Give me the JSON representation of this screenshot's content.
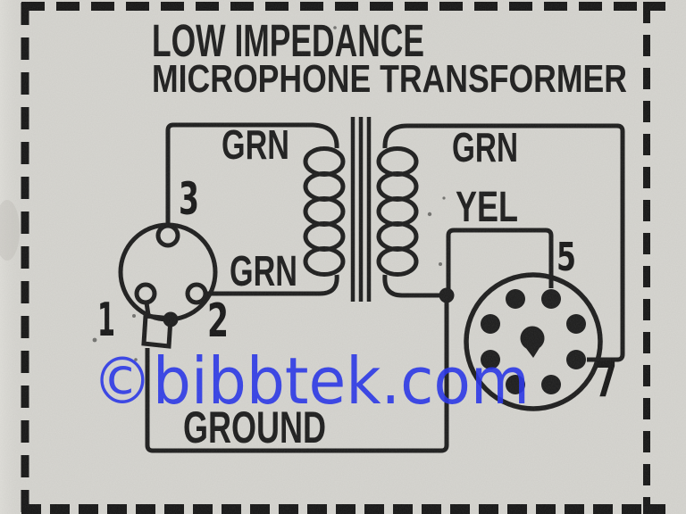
{
  "colors": {
    "paper": "#d7d6d1",
    "paper_margin": "#dddcd7",
    "ink": "#1b1b1b",
    "watermark_blue": "#2431ec"
  },
  "diagram": {
    "title_line1": "LOW IMPEDANCE",
    "title_line2": "MICROPHONE TRANSFORMER",
    "wire_labels": {
      "primary_top": "GRN",
      "primary_bottom": "GRN",
      "secondary_top": "GRN",
      "secondary_bottom": "YEL"
    },
    "ground_label": "GROUND",
    "mic_connector_pins": {
      "pin1": "1",
      "pin2": "2",
      "pin3": "3"
    },
    "tube_socket_pins": {
      "pin5": "5",
      "pin7": "7"
    }
  },
  "watermark": {
    "text": "©bibbtek.com",
    "color": "#2431ec"
  }
}
